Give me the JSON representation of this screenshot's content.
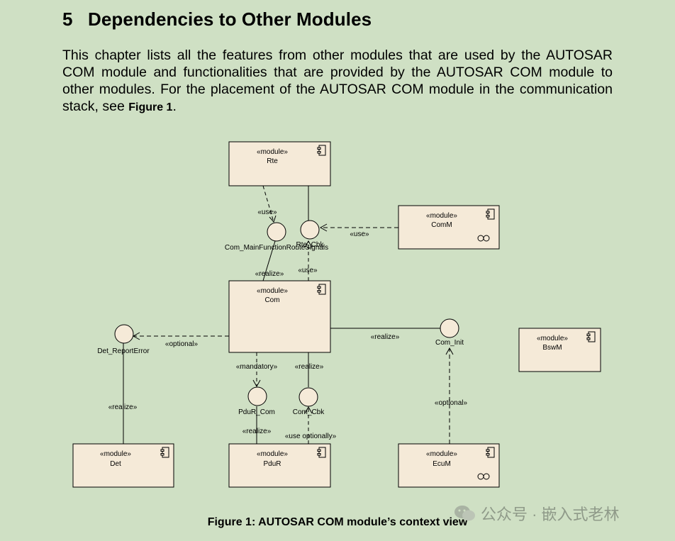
{
  "section": {
    "number": "5",
    "title": "Dependencies to Other Modules"
  },
  "paragraph": {
    "text": "This chapter lists all the features from other modules that are used by the AUTOSAR COM module and functionalities that are provided by the AUTOSAR COM module to other modules. For the placement of the AUTOSAR COM module in the communication stack, see ",
    "figure_ref": "Figure 1",
    "end": "."
  },
  "diagram": {
    "stereotype": "«module»",
    "modules": {
      "rte": "Rte",
      "comm": "ComM",
      "com": "Com",
      "bswm": "BswM",
      "det": "Det",
      "pdur": "PduR",
      "ecum": "EcuM"
    },
    "interfaces": {
      "com_mainfunction": "Com_MainFunctionRouteSignals",
      "rte_cbk": "Rte_Cbk",
      "det_reporterror": "Det_ReportError",
      "com_init": "Com_Init",
      "pdur_com": "PduR_Com",
      "com_cbk": "Com_Cbk"
    },
    "stereotypes": {
      "use": "«use»",
      "realize": "«realize»",
      "optional": "«optional»",
      "mandatory": "«mandatory»",
      "use_optionally": "«use optionally»"
    }
  },
  "caption": "Figure 1: AUTOSAR COM module’s context view",
  "watermark": {
    "text": "公众号 · 嵌入式老林"
  }
}
